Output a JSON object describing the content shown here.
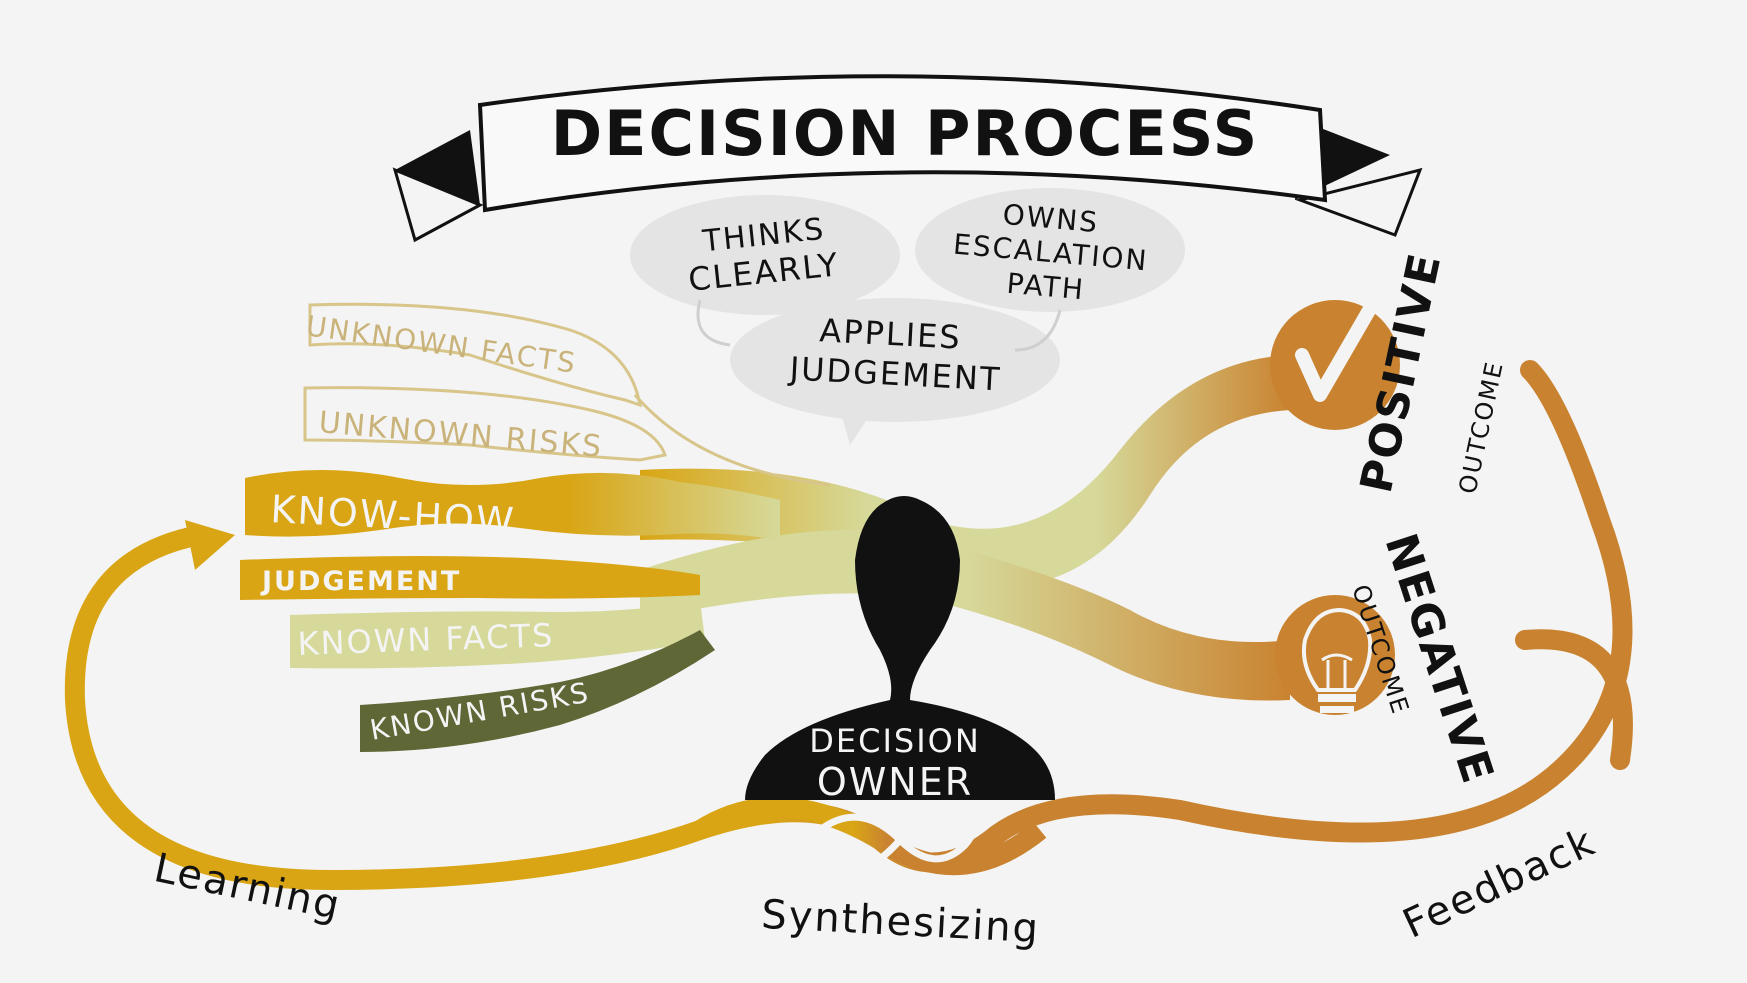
{
  "title": "DECISION PROCESS",
  "bubbles": {
    "thinks_1": "THINKS",
    "thinks_2": "CLEARLY",
    "owns_1": "OWNS",
    "owns_2": "ESCALATION",
    "owns_3": "PATH",
    "applies_1": "APPLIES",
    "applies_2": "JUDGEMENT"
  },
  "inputs": {
    "unknown_facts": "UNKNOWN FACTS",
    "unknown_risks": "UNKNOWN RISKS",
    "know_how": "KNOW-HOW",
    "judgement": "JUDGEMENT",
    "known_facts": "KNOWN FACTS",
    "known_risks": "KNOWN RISKS"
  },
  "center": {
    "line1": "DECISION",
    "line2": "OWNER"
  },
  "outcomes": {
    "positive": "POSITIVE",
    "positive_sub": "OUTCOME",
    "negative": "NEGATIVE",
    "negative_sub": "OUTCOME"
  },
  "loop": {
    "learning": "Learning",
    "synthesizing": "Synthesizing",
    "feedback": "Feedback"
  },
  "colors": {
    "background": "#f4f4f4",
    "gold": "#d9a514",
    "orange": "#c98330",
    "olive_light": "#d6d99a",
    "olive_dark": "#5e6735",
    "tan_outline": "#d8c58a",
    "bubble": "#e4e4e4",
    "ink": "#111111"
  }
}
